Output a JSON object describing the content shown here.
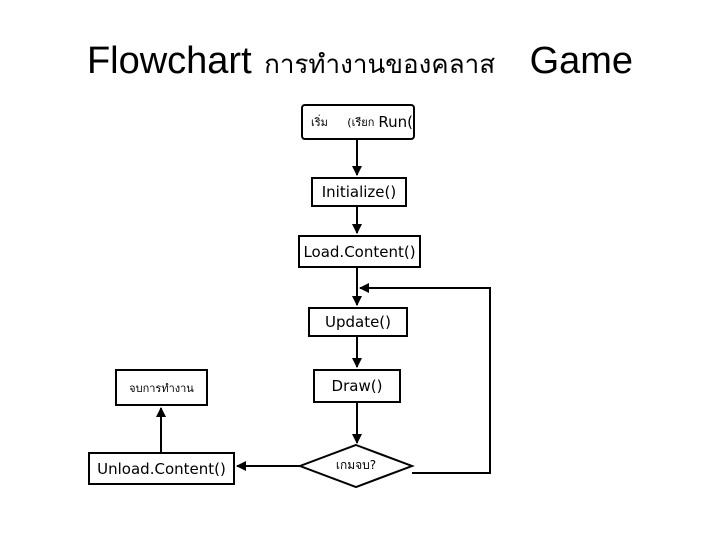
{
  "title": {
    "part1": "Flowchart",
    "part2": "การทำงานของคลาส",
    "part3": "Game"
  },
  "nodes": {
    "start": {
      "label_a": "เริ่ม",
      "label_b": "(เรียก",
      "label_c": "Run("
    },
    "initialize": {
      "label": "Initialize()"
    },
    "load_content": {
      "label": "Load.Content()"
    },
    "update": {
      "label": "Update()"
    },
    "draw": {
      "label": "Draw()"
    },
    "decision": {
      "label": "เกมจบ?"
    },
    "unload_content": {
      "label": "Unload.Content()"
    },
    "end": {
      "label": "จบการทำงาน"
    }
  }
}
